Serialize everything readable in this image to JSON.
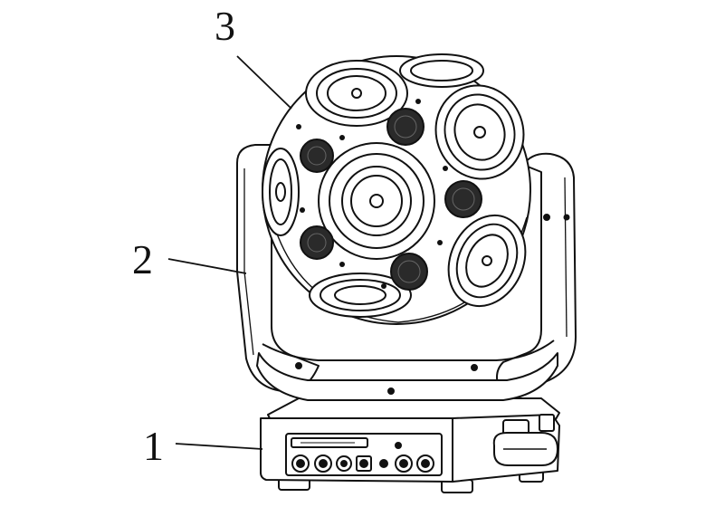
{
  "callouts": [
    {
      "label": "3",
      "part": "lens-ball-head"
    },
    {
      "label": "2",
      "part": "yoke-arm"
    },
    {
      "label": "1",
      "part": "base-housing"
    }
  ],
  "colors": {
    "line": "#111111",
    "fill": "#ffffff",
    "led_dark": "#2a2a2a"
  }
}
